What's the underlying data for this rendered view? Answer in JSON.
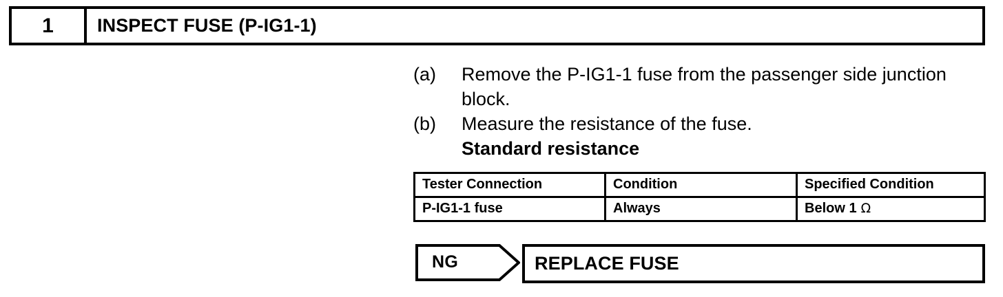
{
  "step": {
    "number": "1",
    "title": "INSPECT FUSE (P-IG1-1)"
  },
  "procedure": [
    {
      "marker": "(a)",
      "text": "Remove the P-IG1-1 fuse from the passenger side junction block."
    },
    {
      "marker": "(b)",
      "text": "Measure the resistance of the fuse.",
      "subtitle": "Standard resistance"
    }
  ],
  "spec_table": {
    "headers": [
      "Tester Connection",
      "Condition",
      "Specified Condition"
    ],
    "rows": [
      {
        "tester_connection": "P-IG1-1 fuse",
        "condition": "Always",
        "specified_value": "Below 1",
        "specified_unit": "Ω"
      }
    ]
  },
  "result_flow": {
    "judgement": "NG",
    "action": "REPLACE FUSE"
  },
  "colors": {
    "ink": "#000000",
    "paper": "#ffffff"
  }
}
